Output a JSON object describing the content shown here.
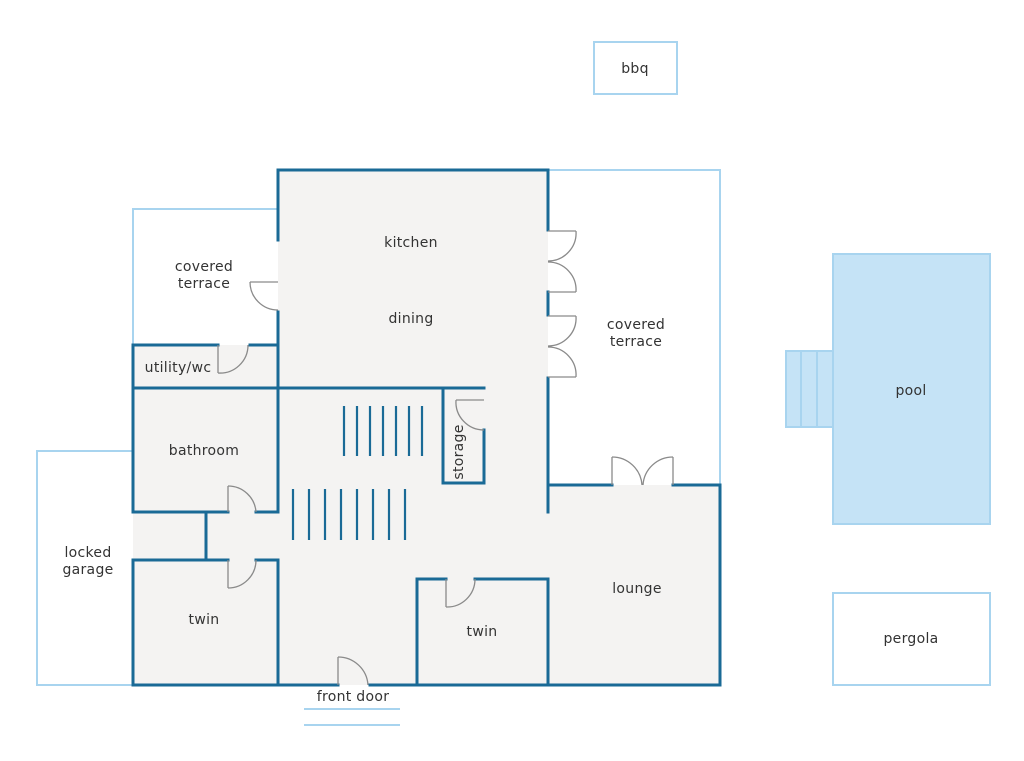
{
  "plan": {
    "labels": {
      "bbq": "bbq",
      "kitchen": "kitchen",
      "dining": "dining",
      "covered_terrace_left_1": "covered",
      "covered_terrace_left_2": "terrace",
      "covered_terrace_right_1": "covered",
      "covered_terrace_right_2": "terrace",
      "utility": "utility/wc",
      "bathroom": "bathroom",
      "storage": "storage",
      "locked_garage_1": "locked",
      "locked_garage_2": "garage",
      "twin_left": "twin",
      "twin_center": "twin",
      "lounge": "lounge",
      "front_door": "front door",
      "pool": "pool",
      "pergola": "pergola"
    },
    "colors": {
      "wall": "#1a6a96",
      "exterior_line": "#a8d4ef",
      "floor": "#f4f3f2",
      "pool_fill": "#c5e3f6",
      "door": "#8a8a8a"
    }
  }
}
